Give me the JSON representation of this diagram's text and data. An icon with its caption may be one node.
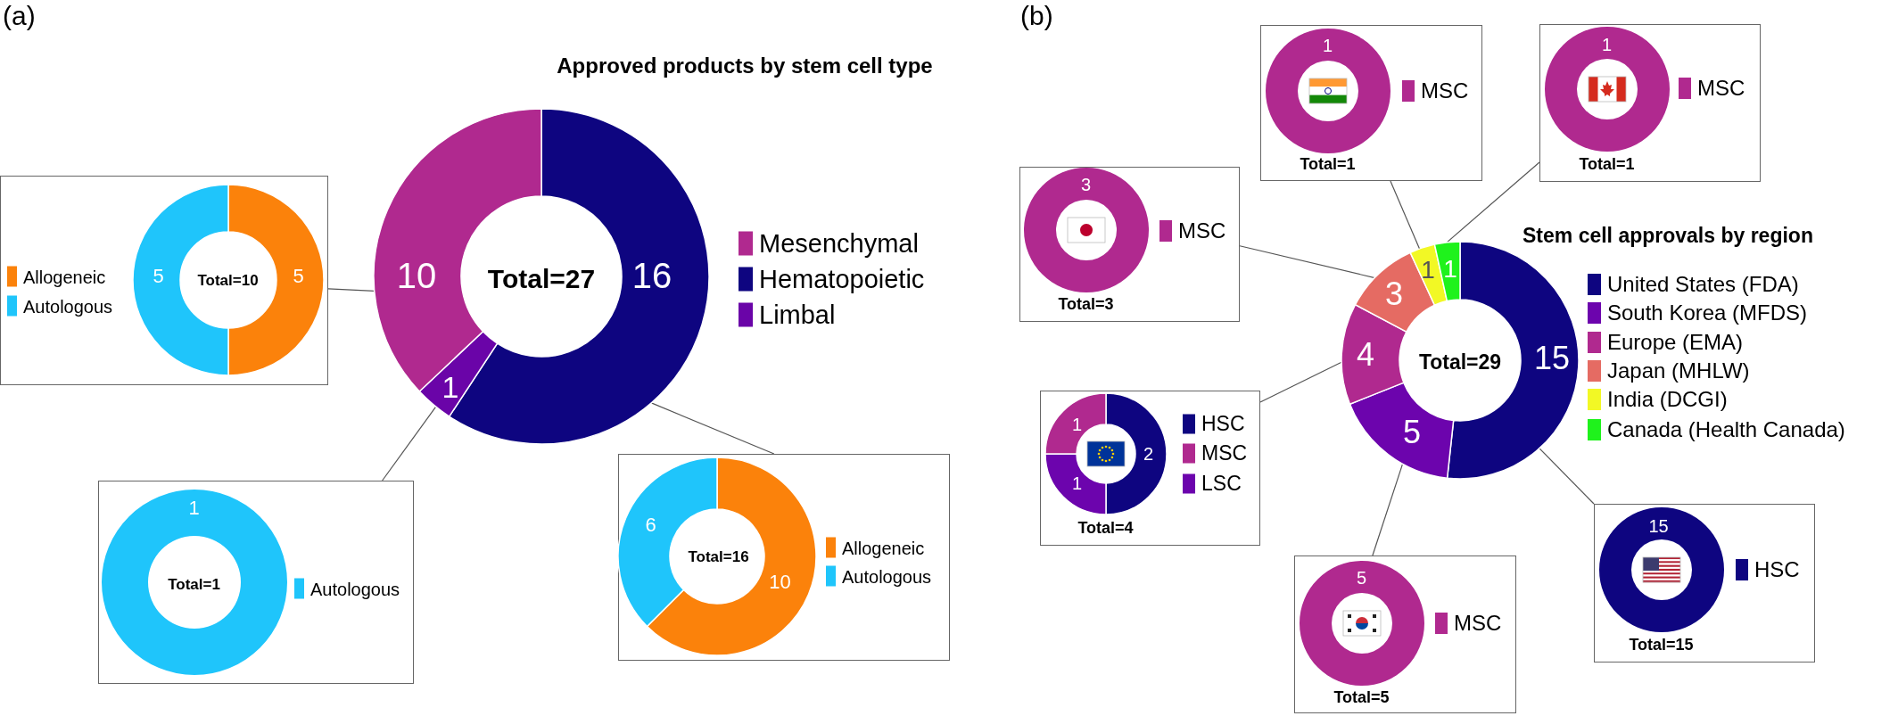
{
  "diagram": {
    "nodes": [
      {
        "text": [
          "10",
          "Total=27",
          "16",
          "1"
        ]
      },
      {
        "text": [
          "5",
          "Total=10",
          "5"
        ]
      },
      {
        "text": [
          "1",
          "Total=1"
        ]
      },
      {
        "text": [
          "6",
          "Total=16",
          "10"
        ]
      },
      {
        "text": [
          "1",
          "1",
          "3",
          "4",
          "Total=29",
          "15",
          "5"
        ]
      },
      {
        "text": [
          "1",
          "Total=1"
        ]
      },
      {
        "text": [
          "1",
          "Total=1"
        ]
      },
      {
        "text": [
          "3",
          "Total=3"
        ]
      },
      {
        "text": [
          "1",
          "2",
          "1",
          "Total=4"
        ]
      },
      {
        "text": [
          "5",
          "Total=5"
        ]
      },
      {
        "text": [
          "15",
          "Total=15"
        ]
      }
    ],
    "edges": [
      {
        "from": 0,
        "to": 1,
        "arrow": "none"
      },
      {
        "from": 0,
        "to": 2,
        "arrow": "none"
      },
      {
        "from": 0,
        "to": 3,
        "arrow": "none"
      },
      {
        "from": 4,
        "to": 5,
        "arrow": "none"
      },
      {
        "from": 4,
        "to": 6,
        "arrow": "none"
      },
      {
        "from": 4,
        "to": 7,
        "arrow": "none"
      },
      {
        "from": 4,
        "to": 8,
        "arrow": "none"
      },
      {
        "from": 4,
        "to": 9,
        "arrow": "none"
      },
      {
        "from": 4,
        "to": 10,
        "arrow": "none"
      }
    ],
    "labels": [
      "(a)",
      "Approved products by stem cell type",
      "(b)",
      "Stem cell approvals by region"
    ],
    "legend": [
      {
        "text": "Mesenchymal",
        "color": "#b0298f"
      },
      {
        "text": "Hematopoietic",
        "color": "#0e0580"
      },
      {
        "text": "Limbal",
        "color": "#6a04a8"
      },
      {
        "text": "Allogeneic",
        "color": "#fb820b"
      },
      {
        "text": "Autologous",
        "color": "#1fc5fb"
      },
      {
        "text": "Autologous",
        "color": "#1fc5fb"
      },
      {
        "text": "Allogeneic",
        "color": "#fb820b"
      },
      {
        "text": "Autologous",
        "color": "#1fc5fb"
      },
      {
        "text": "MSC",
        "color": "#b0298f"
      },
      {
        "text": "MSC",
        "color": "#b0298f"
      },
      {
        "text": "MSC",
        "color": "#b0298f"
      },
      {
        "text": "United States (FDA)",
        "color": "#0e0580"
      },
      {
        "text": "South Korea (MFDS)",
        "color": "#6c04ad"
      },
      {
        "text": "Europe (EMA)",
        "color": "#b0298f"
      },
      {
        "text": "Japan (MHLW)",
        "color": "#e56b63"
      },
      {
        "text": "India (DCGI)",
        "color": "#f2f825"
      },
      {
        "text": "Canada (Health Canada)",
        "color": "#1ff21c"
      },
      {
        "text": "HSC",
        "color": "#0e0580"
      },
      {
        "text": "MSC",
        "color": "#b0298f"
      },
      {
        "text": "LSC",
        "color": "#6c04ad"
      },
      {
        "text": "MSC",
        "color": "#b0298f"
      },
      {
        "text": "HSC",
        "color": "#0e0580"
      }
    ]
  }
}
